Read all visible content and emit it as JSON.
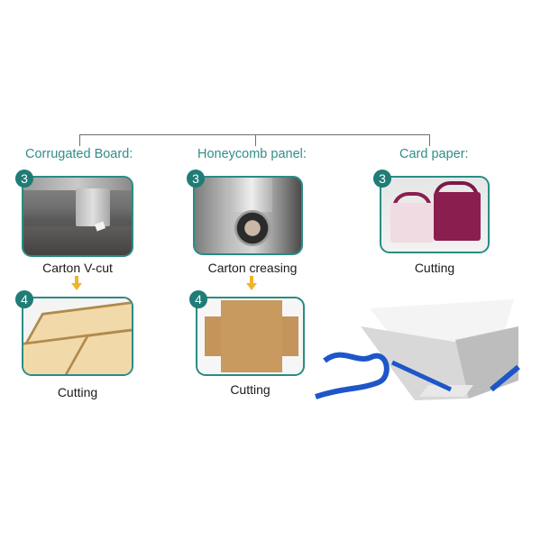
{
  "categories": [
    {
      "title": "Corrugated Board:",
      "steps": [
        {
          "badge": "3",
          "caption": "Carton V-cut",
          "image": "v-cut machine head"
        },
        {
          "badge": "4",
          "caption": "Cutting",
          "image": "honeycomb board pieces"
        }
      ]
    },
    {
      "title": "Honeycomb panel:",
      "steps": [
        {
          "badge": "3",
          "caption": "Carton creasing",
          "image": "creasing wheel tool"
        },
        {
          "badge": "4",
          "caption": "Cutting",
          "image": "flat cardboard box blank"
        }
      ]
    },
    {
      "title": "Card paper:",
      "steps": [
        {
          "badge": "3",
          "caption": "Cutting",
          "image": "printed cake boxes"
        }
      ]
    }
  ],
  "decoration": {
    "image": "open white gift box with blue ribbon"
  },
  "colors": {
    "accent": "#2a8c84",
    "badge": "#1f7c76",
    "title_text": "#2f8f87",
    "arrow": "#f0b429",
    "connector": "#6e6e6e"
  }
}
